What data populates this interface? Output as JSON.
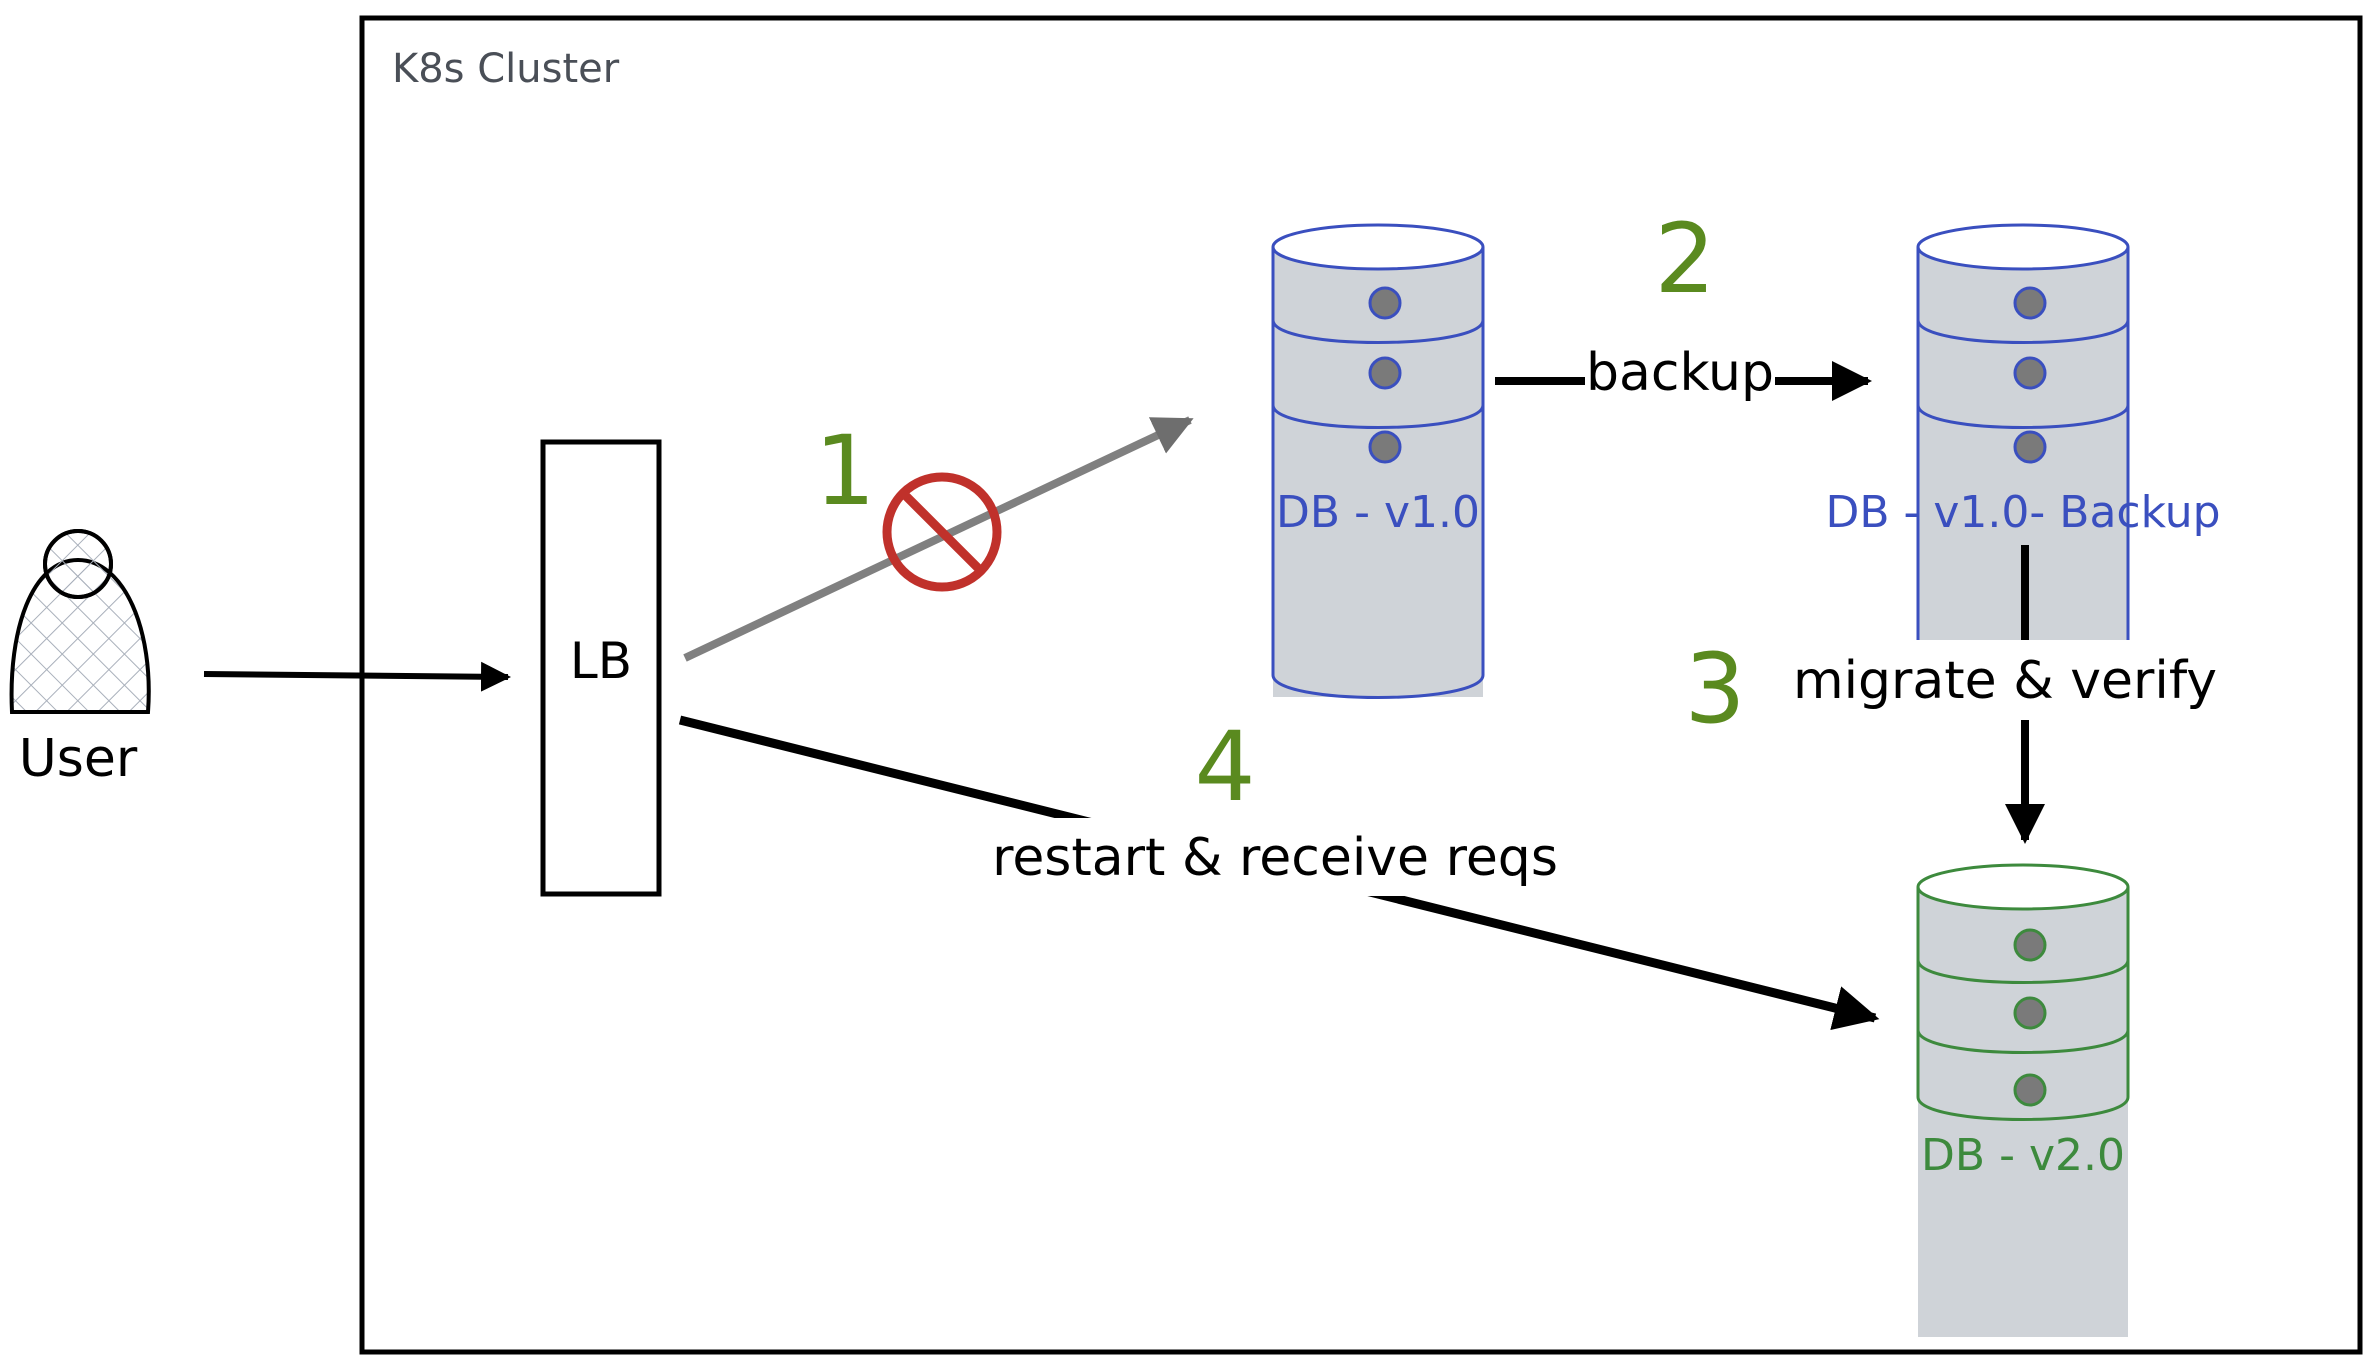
{
  "cluster": {
    "label": "K8s Cluster"
  },
  "user": {
    "label": "User"
  },
  "load_balancer": {
    "label": "LB"
  },
  "databases": [
    {
      "id": "db-v1",
      "label": "DB - v1.0",
      "color": "#3a4fbf"
    },
    {
      "id": "db-backup",
      "label": "DB - v1.0- Backup",
      "color": "#3a4fbf"
    },
    {
      "id": "db-v2",
      "label": "DB - v2.0",
      "color": "#3d8a3d"
    }
  ],
  "edges": {
    "backup_label": "backup",
    "migrate_label": "migrate & verify",
    "restart_label": "restart & receive reqs"
  },
  "steps": [
    "1",
    "2",
    "3",
    "4"
  ],
  "colors": {
    "step_number": "#5a8a1f",
    "blocked": "#c0312b",
    "blocked_arrow": "#808080",
    "db_fill": "#cfd3d8",
    "db_dot": "#7a7a7a",
    "stroke": "#000000"
  },
  "icons": {
    "user": "person-icon",
    "blocked": "no-entry-icon",
    "database": "database-icon"
  }
}
